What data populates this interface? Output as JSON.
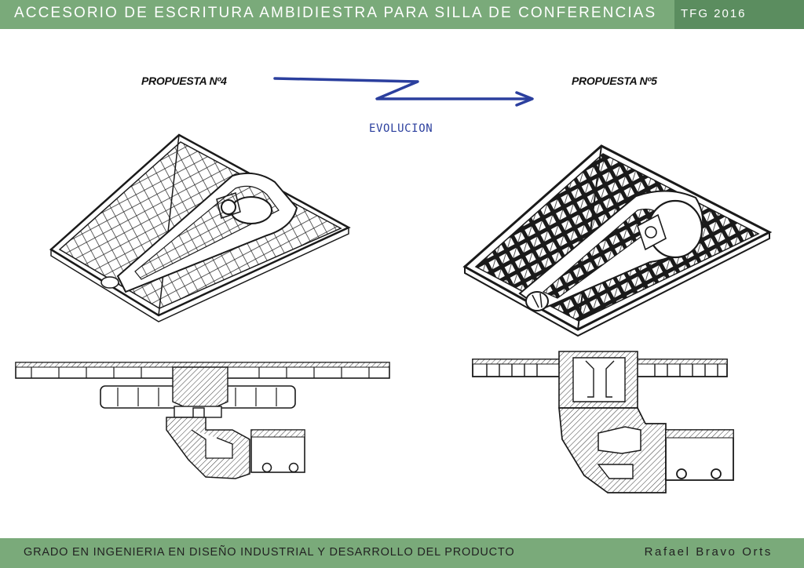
{
  "header": {
    "title": "ACCESORIO DE ESCRITURA AMBIDIESTRA PARA SILLA DE CONFERENCIAS",
    "code": "TFG 2016"
  },
  "footer": {
    "degree": "GRADO EN INGENIERIA EN DISEÑO INDUSTRIAL Y DESARROLLO DEL  PRODUCTO",
    "author": "Rafael Bravo Orts"
  },
  "labels": {
    "proposal_left": "PROPUESTA Nº4",
    "proposal_right": "PROPUESTA Nº5",
    "evolution": "EVOLUCION"
  },
  "colors": {
    "bar": "#7aaa7a",
    "bar_dark": "#5b8d5f",
    "arrow": "#2b3f9e"
  }
}
